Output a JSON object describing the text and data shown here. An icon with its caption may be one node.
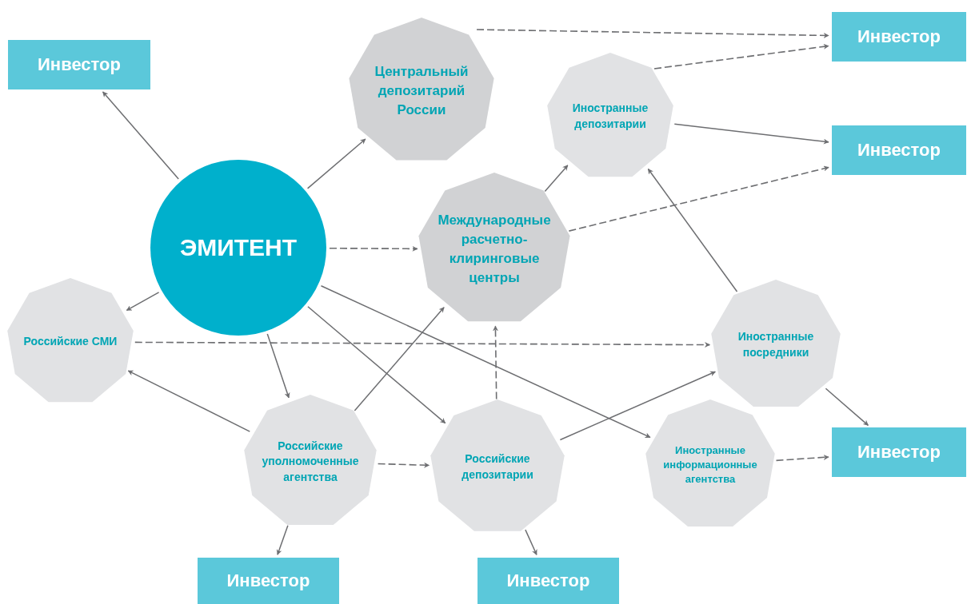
{
  "diagram": {
    "nodes": [
      {
        "text": [
          "Инвестор"
        ]
      },
      {
        "text": [
          "Центральный депозитарий России"
        ]
      },
      {
        "text": [
          "Инвестор"
        ]
      },
      {
        "text": [
          "Иностранные депозитарии"
        ]
      },
      {
        "text": [
          "Инвестор"
        ]
      },
      {
        "text": [
          "ЭМИТЕНТ"
        ]
      },
      {
        "text": [
          "Международные расчетно-клиринговые центры"
        ]
      },
      {
        "text": [
          "Российские СМИ"
        ]
      },
      {
        "text": [
          "Иностранные посредники"
        ]
      },
      {
        "text": [
          "Российские уполномоченные агентства"
        ]
      },
      {
        "text": [
          "Российские депозитарии"
        ]
      },
      {
        "text": [
          "Иностранные информационные агентства"
        ]
      },
      {
        "text": [
          "Инвестор"
        ]
      },
      {
        "text": [
          "Инвестор"
        ]
      },
      {
        "text": [
          "Инвестор"
        ]
      }
    ],
    "edges": [
      {
        "from": 5,
        "to": 0,
        "arrow": "to"
      },
      {
        "from": 5,
        "to": 1,
        "arrow": "to"
      },
      {
        "from": 1,
        "to": 2,
        "arrow": "to",
        "style": "dashed"
      },
      {
        "from": 3,
        "to": 2,
        "arrow": "to",
        "style": "dashed"
      },
      {
        "from": 3,
        "to": 4,
        "arrow": "to"
      },
      {
        "from": 6,
        "to": 3,
        "arrow": "to"
      },
      {
        "from": 6,
        "to": 4,
        "arrow": "to",
        "style": "dashed"
      },
      {
        "from": 5,
        "to": 6,
        "arrow": "to",
        "style": "dashed"
      },
      {
        "from": 5,
        "to": 7,
        "arrow": "to"
      },
      {
        "from": 7,
        "to": 8,
        "arrow": "to",
        "style": "dashed"
      },
      {
        "from": 5,
        "to": 9,
        "arrow": "to"
      },
      {
        "from": 5,
        "to": 10,
        "arrow": "to"
      },
      {
        "from": 5,
        "to": 11,
        "arrow": "to"
      },
      {
        "from": 9,
        "to": 7,
        "arrow": "to"
      },
      {
        "from": 9,
        "to": 6,
        "arrow": "to"
      },
      {
        "from": 9,
        "to": 10,
        "arrow": "to",
        "style": "dashed"
      },
      {
        "from": 10,
        "to": 6,
        "arrow": "to",
        "style": "dashed"
      },
      {
        "from": 10,
        "to": 8,
        "arrow": "to"
      },
      {
        "from": 8,
        "to": 3,
        "arrow": "to"
      },
      {
        "from": 8,
        "to": 12,
        "arrow": "to"
      },
      {
        "from": 11,
        "to": 12,
        "arrow": "to",
        "style": "dashed"
      },
      {
        "from": 9,
        "to": 13,
        "arrow": "to"
      },
      {
        "from": 10,
        "to": 14,
        "arrow": "to"
      }
    ]
  }
}
